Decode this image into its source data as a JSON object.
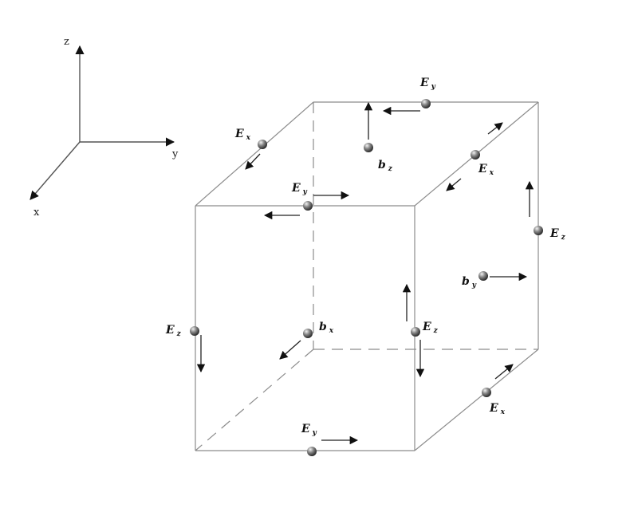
{
  "axes": {
    "z": "z",
    "y": "y",
    "x": "x"
  },
  "labels": {
    "ey_top_back": {
      "main": "E",
      "sub": "y"
    },
    "ex_top_left": {
      "main": "E",
      "sub": "x"
    },
    "bz": {
      "main": "b",
      "sub": "z"
    },
    "ex_top_right": {
      "main": "E",
      "sub": "x"
    },
    "ey_top_front": {
      "main": "E",
      "sub": "y"
    },
    "ez_right_back": {
      "main": "E",
      "sub": "z"
    },
    "by": {
      "main": "b",
      "sub": "y"
    },
    "ez_left": {
      "main": "E",
      "sub": "z"
    },
    "bx": {
      "main": "b",
      "sub": "x"
    },
    "ez_front_right": {
      "main": "E",
      "sub": "z"
    },
    "ex_bottom_right": {
      "main": "E",
      "sub": "x"
    },
    "ey_bottom": {
      "main": "E",
      "sub": "y"
    }
  },
  "colors": {
    "edge": "#8c8c8c",
    "arrow": "#222222",
    "node": "#6a6a6a"
  }
}
